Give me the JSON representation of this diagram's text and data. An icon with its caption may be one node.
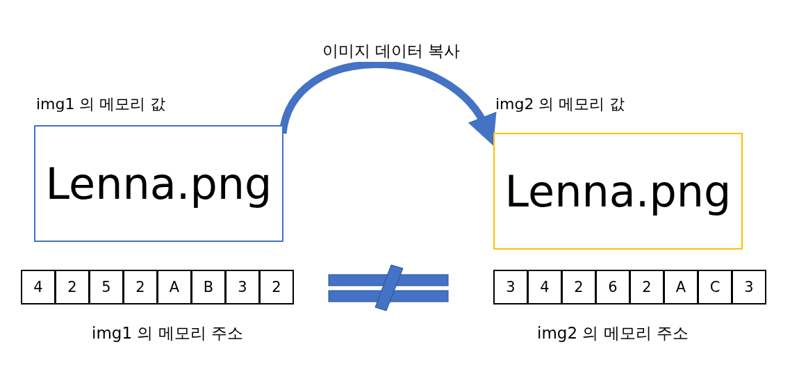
{
  "diagram": {
    "nodes": [
      {
        "text": [
          "img1 의 메모리 값",
          "Lenna.png"
        ]
      },
      {
        "text": [
          "img2 의 메모리 값",
          "Lenna.png"
        ]
      }
    ],
    "edges": [
      {
        "from": 0,
        "to": 1,
        "arrow": "to",
        "label": "이미지 데이터 복사"
      }
    ],
    "labels": [
      "4",
      "2",
      "5",
      "2",
      "A",
      "B",
      "3",
      "2",
      "3",
      "4",
      "2",
      "6",
      "2",
      "A",
      "C",
      "3",
      "img1 의 메모리 주소",
      "img2 의 메모리 주소"
    ]
  }
}
